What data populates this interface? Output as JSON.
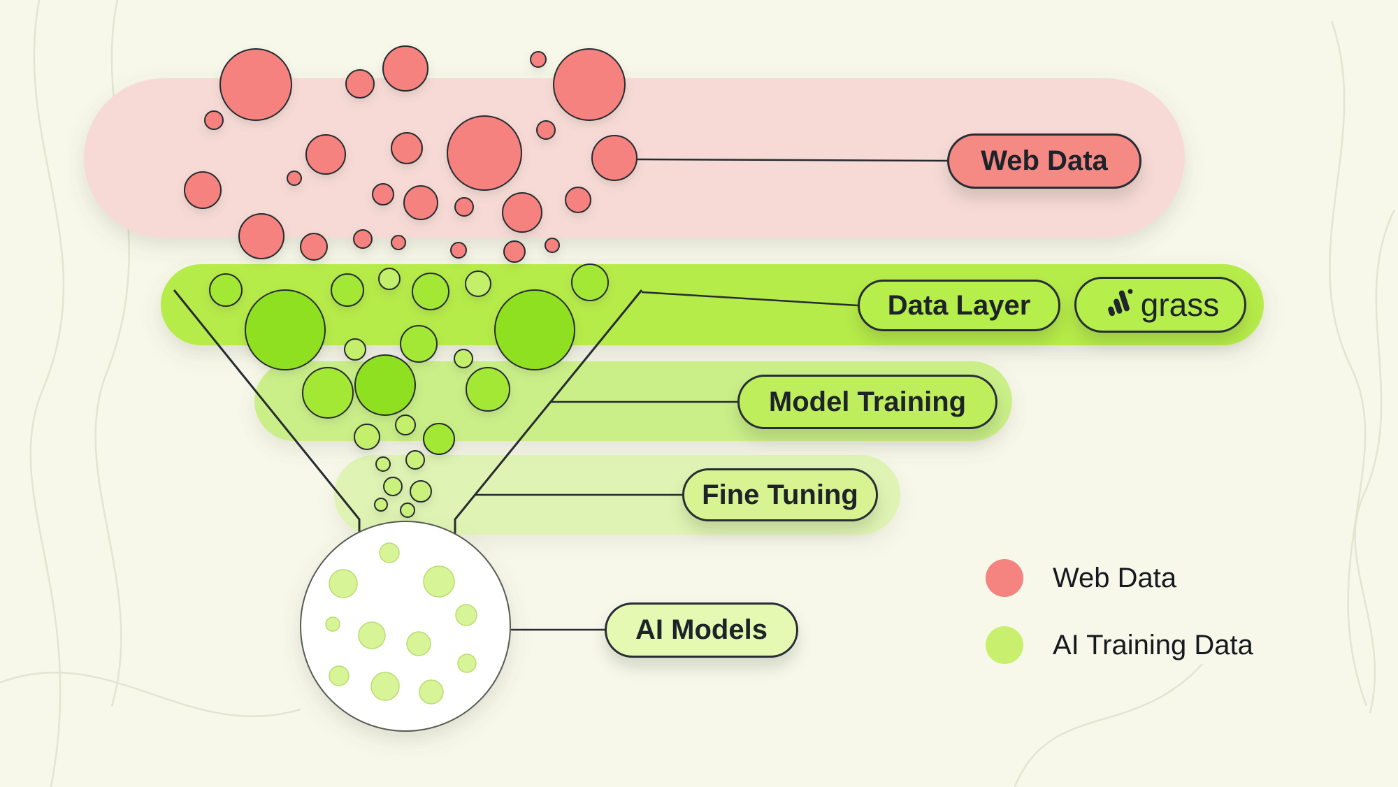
{
  "diagram": {
    "labels": {
      "web_data": "Web Data",
      "data_layer": "Data Layer",
      "brand": "grass",
      "model_training": "Model Training",
      "fine_tuning": "Fine Tuning",
      "ai_models": "AI Models"
    },
    "legend": [
      {
        "label": "Web Data",
        "color": "#f5837f"
      },
      {
        "label": "AI Training Data",
        "color": "#c9ef6e"
      }
    ],
    "colors": {
      "background": "#f7f8ea",
      "web_data_circle": "#f5827e",
      "web_data_band": "#f7dad6",
      "training_circle_large": "#90e021",
      "training_circle_small": "#c3ef6a",
      "training_band": "#b6ec49",
      "pill_border": "#272d35",
      "text": "#1d2329"
    }
  }
}
